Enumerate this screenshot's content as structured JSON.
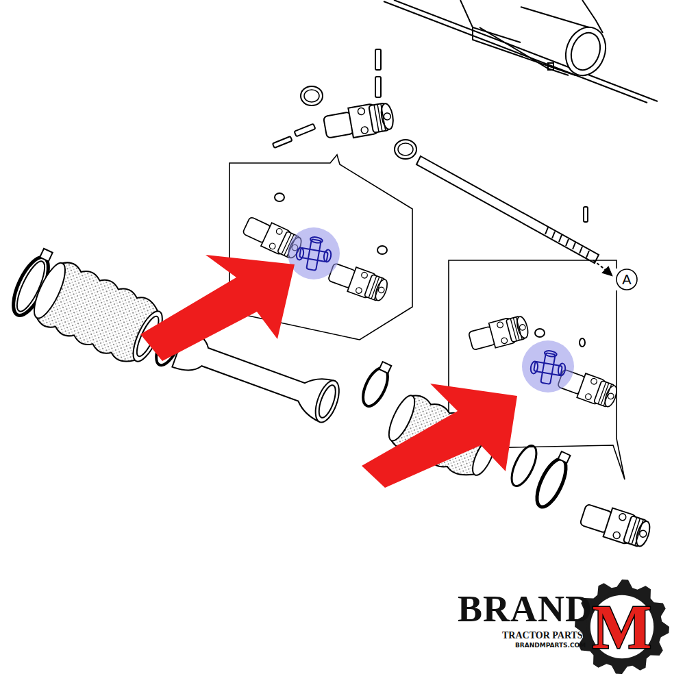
{
  "diagram": {
    "nodes": [
      {
        "text": [
          "A"
        ]
      },
      {
        "text": [
          "M"
        ]
      }
    ],
    "labels": [
      "BRAND",
      "TRACTOR PARTS",
      "BRANDMPARTS.COM"
    ]
  }
}
